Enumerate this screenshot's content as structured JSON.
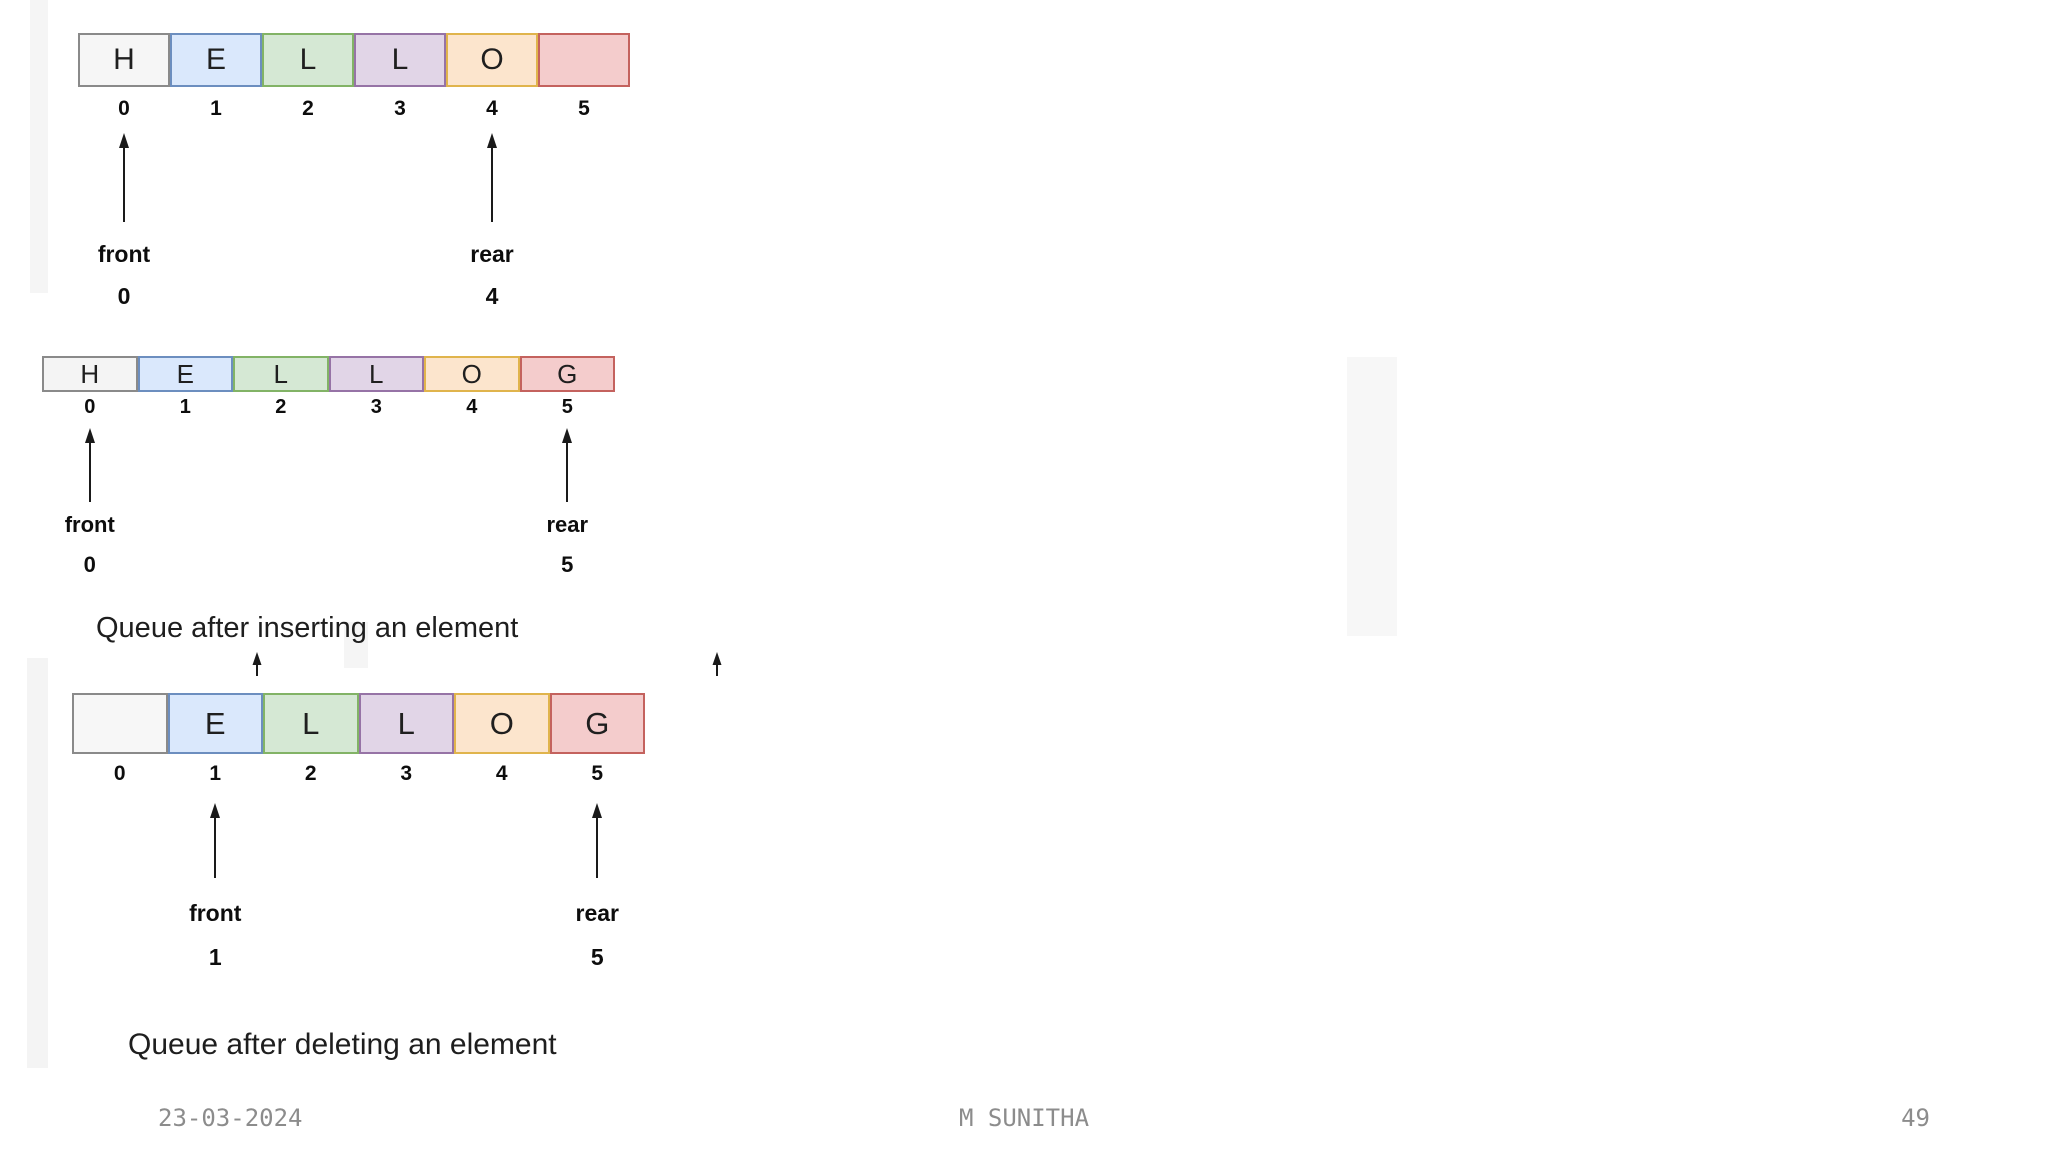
{
  "slide": {
    "background": "#ffffff"
  },
  "footer": {
    "date": "23-03-2024",
    "author": "M SUNITHA",
    "page_number": "49"
  },
  "arrow_color": "#1a1a1a",
  "diagrams": [
    {
      "name": "queue-initial",
      "caption": "",
      "cells": [
        {
          "letter": "H",
          "fill": "#f6f6f6",
          "stroke": "#8a8a8a"
        },
        {
          "letter": "E",
          "fill": "#dae8fc",
          "stroke": "#6c8ebf"
        },
        {
          "letter": "L",
          "fill": "#d5e8d4",
          "stroke": "#82b366"
        },
        {
          "letter": "L",
          "fill": "#e1d5e7",
          "stroke": "#9673a6"
        },
        {
          "letter": "O",
          "fill": "#fce5cd",
          "stroke": "#e0b44c"
        },
        {
          "letter": "",
          "fill": "#f4cccc",
          "stroke": "#c4625e"
        }
      ],
      "indices": [
        "0",
        "1",
        "2",
        "3",
        "4",
        "5"
      ],
      "pointers": [
        {
          "label": "front",
          "value": "0",
          "cell": 0
        },
        {
          "label": "rear",
          "value": "4",
          "cell": 4
        }
      ]
    },
    {
      "name": "queue-after-insert",
      "caption": "Queue after inserting an element",
      "cells": [
        {
          "letter": "H",
          "fill": "#f4f4f4",
          "stroke": "#8a8a8a"
        },
        {
          "letter": "E",
          "fill": "#dae8fc",
          "stroke": "#6c8ebf"
        },
        {
          "letter": "L",
          "fill": "#d5e8d4",
          "stroke": "#82b366"
        },
        {
          "letter": "L",
          "fill": "#e1d5e7",
          "stroke": "#9673a6"
        },
        {
          "letter": "O",
          "fill": "#fce5cd",
          "stroke": "#e0b44c"
        },
        {
          "letter": "G",
          "fill": "#f4cccc",
          "stroke": "#c4625e"
        }
      ],
      "indices": [
        "0",
        "1",
        "2",
        "3",
        "4",
        "5"
      ],
      "pointers": [
        {
          "label": "front",
          "value": "0",
          "cell": 0
        },
        {
          "label": "rear",
          "value": "5",
          "cell": 5
        }
      ]
    },
    {
      "name": "queue-after-delete",
      "caption": "Queue after deleting an element",
      "cells": [
        {
          "letter": "",
          "fill": "#f7f7f7",
          "stroke": "#8a8a8a"
        },
        {
          "letter": "E",
          "fill": "#dae8fc",
          "stroke": "#6c8ebf"
        },
        {
          "letter": "L",
          "fill": "#d5e8d4",
          "stroke": "#82b366"
        },
        {
          "letter": "L",
          "fill": "#e1d5e7",
          "stroke": "#9673a6"
        },
        {
          "letter": "O",
          "fill": "#fce5cd",
          "stroke": "#e0b44c"
        },
        {
          "letter": "G",
          "fill": "#f4cccc",
          "stroke": "#c4625e"
        }
      ],
      "indices": [
        "0",
        "1",
        "2",
        "3",
        "4",
        "5"
      ],
      "pointers": [
        {
          "label": "front",
          "value": "1",
          "cell": 1
        },
        {
          "label": "rear",
          "value": "5",
          "cell": 5
        }
      ]
    }
  ]
}
